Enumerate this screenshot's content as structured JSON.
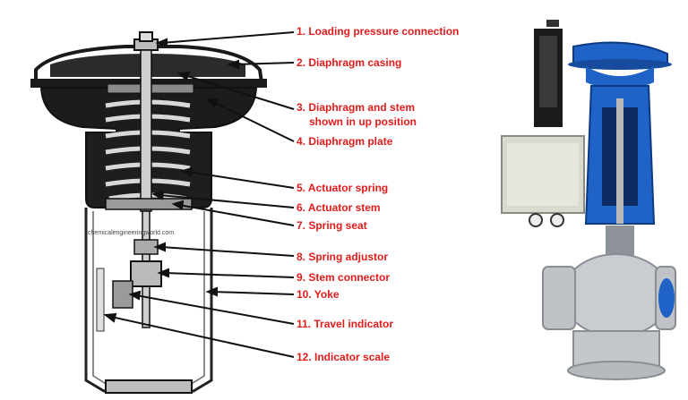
{
  "labels": {
    "l1": "1. Loading pressure connection",
    "l2": "2. Diaphragm casing",
    "l3_line1": "3. Diaphragm and stem",
    "l3_line2": "shown in up position",
    "l4": "4. Diaphragm plate",
    "l5": "5. Actuator spring",
    "l6": "6. Actuator stem",
    "l7": "7. Spring seat",
    "l8": "8. Spring adjustor",
    "l9": "9. Stem connector",
    "l10": "10. Yoke",
    "l11": "11. Travel indicator",
    "l12": "12. Indicator scale"
  },
  "watermark": "chemicalengineeringworld.com",
  "colors": {
    "label_red": "#e21b1b",
    "valve_blue": "#1f63c6",
    "body_silver": "#c9ccd1",
    "diagram_dark": "#2a2a2a"
  }
}
